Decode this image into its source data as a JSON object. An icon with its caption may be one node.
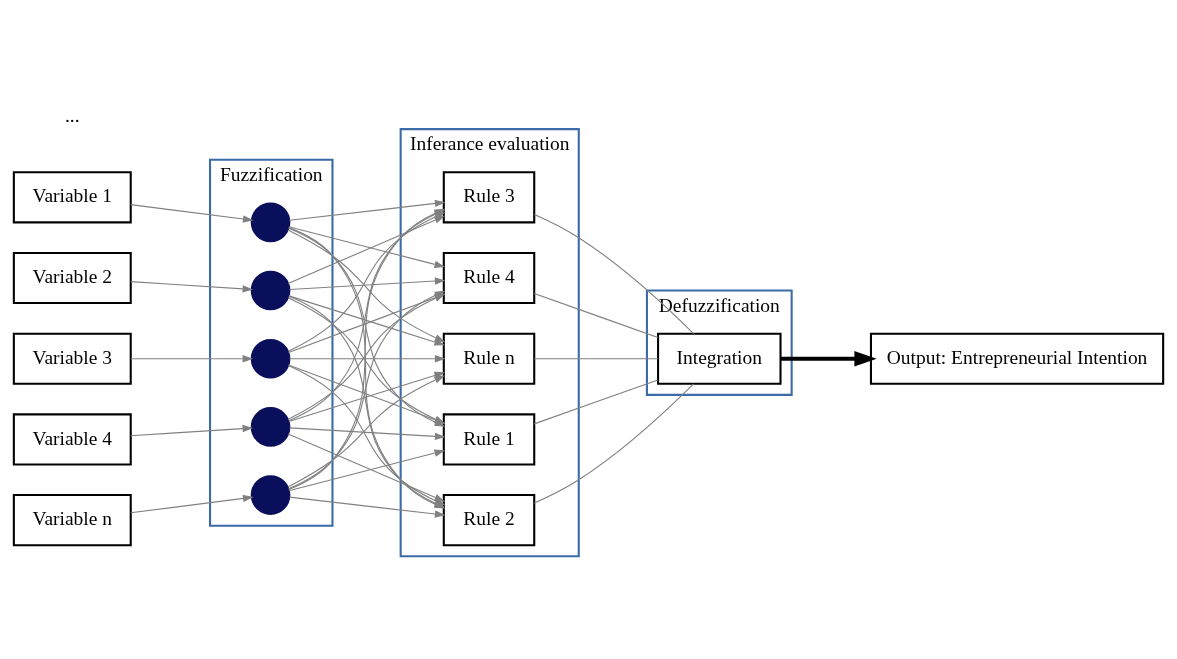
{
  "diagram": {
    "nodes": [
      {
        "text": [
          "Fuzzification"
        ]
      },
      {
        "text": [
          "Inferance evaluation"
        ]
      },
      {
        "text": [
          "Defuzzification"
        ]
      },
      {
        "text": [
          "Variable 1"
        ]
      },
      {
        "text": [
          "Variable 2"
        ]
      },
      {
        "text": [
          "Variable 3"
        ]
      },
      {
        "text": [
          "Variable 4"
        ]
      },
      {
        "text": [
          "Variable n"
        ]
      },
      {
        "text": [],
        "shape": "circle",
        "in": 0
      },
      {
        "text": [],
        "shape": "circle",
        "in": 0
      },
      {
        "text": [],
        "shape": "circle",
        "in": 0
      },
      {
        "text": [],
        "shape": "circle",
        "in": 0
      },
      {
        "text": [],
        "shape": "circle",
        "in": 0
      },
      {
        "text": [
          "Rule 1"
        ],
        "in": 1
      },
      {
        "text": [
          "Rule 2"
        ],
        "in": 1
      },
      {
        "text": [
          "Rule 3"
        ],
        "in": 1
      },
      {
        "text": [
          "Rule 4"
        ],
        "in": 1
      },
      {
        "text": [
          "Rule n"
        ],
        "in": 1
      },
      {
        "text": [
          "Integration"
        ],
        "in": 2
      },
      {
        "text": [
          "Output: Entrepreneurial Intention"
        ]
      }
    ],
    "edges": [
      {
        "from": 3,
        "to": 8,
        "arrow": "to"
      },
      {
        "from": 4,
        "to": 9,
        "arrow": "to"
      },
      {
        "from": 5,
        "to": 10,
        "arrow": "to"
      },
      {
        "from": 6,
        "to": 11,
        "arrow": "to"
      },
      {
        "from": 7,
        "to": 12,
        "arrow": "to"
      },
      {
        "from": 8,
        "to": 13,
        "arrow": "to"
      },
      {
        "from": 8,
        "to": 14,
        "arrow": "to"
      },
      {
        "from": 8,
        "to": 15,
        "arrow": "to"
      },
      {
        "from": 8,
        "to": 16,
        "arrow": "to"
      },
      {
        "from": 8,
        "to": 17,
        "arrow": "to"
      },
      {
        "from": 9,
        "to": 13,
        "arrow": "to"
      },
      {
        "from": 9,
        "to": 14,
        "arrow": "to"
      },
      {
        "from": 9,
        "to": 15,
        "arrow": "to"
      },
      {
        "from": 9,
        "to": 16,
        "arrow": "to"
      },
      {
        "from": 9,
        "to": 17,
        "arrow": "to"
      },
      {
        "from": 10,
        "to": 13,
        "arrow": "to"
      },
      {
        "from": 10,
        "to": 14,
        "arrow": "to"
      },
      {
        "from": 10,
        "to": 15,
        "arrow": "to"
      },
      {
        "from": 10,
        "to": 16,
        "arrow": "to"
      },
      {
        "from": 10,
        "to": 17,
        "arrow": "to"
      },
      {
        "from": 11,
        "to": 13,
        "arrow": "to"
      },
      {
        "from": 11,
        "to": 14,
        "arrow": "to"
      },
      {
        "from": 11,
        "to": 15,
        "arrow": "to"
      },
      {
        "from": 11,
        "to": 16,
        "arrow": "to"
      },
      {
        "from": 11,
        "to": 17,
        "arrow": "to"
      },
      {
        "from": 12,
        "to": 13,
        "arrow": "to"
      },
      {
        "from": 12,
        "to": 14,
        "arrow": "to"
      },
      {
        "from": 12,
        "to": 15,
        "arrow": "to"
      },
      {
        "from": 12,
        "to": 16,
        "arrow": "to"
      },
      {
        "from": 12,
        "to": 17,
        "arrow": "to"
      },
      {
        "from": 13,
        "to": 18,
        "arrow": "none"
      },
      {
        "from": 14,
        "to": 18,
        "arrow": "none"
      },
      {
        "from": 15,
        "to": 18,
        "arrow": "none"
      },
      {
        "from": 16,
        "to": 18,
        "arrow": "none"
      },
      {
        "from": 17,
        "to": 18,
        "arrow": "none"
      },
      {
        "from": 18,
        "to": 19,
        "arrow": "to",
        "style": "thick",
        "color": "#000000"
      }
    ],
    "labels": [
      "..."
    ]
  }
}
